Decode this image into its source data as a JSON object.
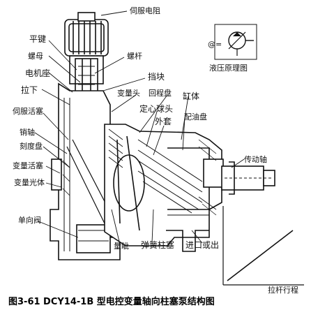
{
  "labels": {
    "servo_motor": "伺服电阻",
    "flat_key": "平键",
    "screw_nut": "螺母",
    "screw_rod": "螺杆",
    "motor_seat": "电机座",
    "stop_block": "挡块",
    "pull_down": "拉下",
    "variable_head": "变量头",
    "return_plate": "回程盘",
    "cylinder_body": "缸体",
    "centering_ball": "定心球头",
    "outer_sleeve": "外套",
    "servo_piston": "伺服活塞",
    "oil_distribution_plate": "配油盘",
    "pin_shaft": "销轴",
    "scale_plate": "刻度盘",
    "variable_piston": "变量活塞",
    "drive_shaft": "传动轴",
    "variable_housing": "变量光体",
    "check_valve": "单向阀",
    "swash": "量眦",
    "spring_plunger": "弹簧柱塞",
    "inlet_outlet": "进口或出",
    "hydraulic_principle": "液压原理图",
    "symbol_text": "@=",
    "lever_stroke": "拉杆行程"
  },
  "caption": "图3-61 DCY14-1B 型电控变量轴向柱塞泵结构图"
}
